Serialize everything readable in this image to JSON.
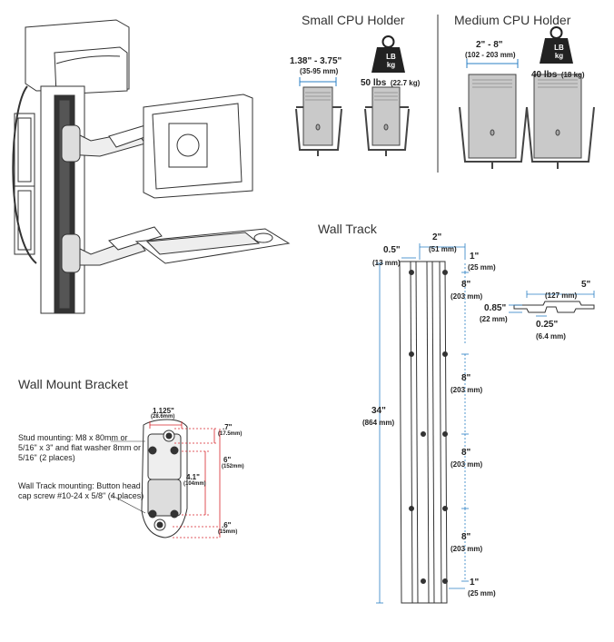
{
  "sections": {
    "small_cpu": {
      "title": "Small CPU Holder",
      "width_in": "1.38\" - 3.75\"",
      "width_mm": "(35-95 mm)",
      "weight_lb": "50 lbs",
      "weight_kg": "(22.7 kg)"
    },
    "medium_cpu": {
      "title": "Medium CPU Holder",
      "width_in": "2\" - 8\"",
      "width_mm": "(102 - 203 mm)",
      "weight_lb": "40 lbs",
      "weight_kg": "(18 kg)"
    },
    "weight_icon": {
      "top": "LB",
      "bottom": "kg"
    },
    "wall_track": {
      "title": "Wall Track",
      "offset_in": "0.5\"",
      "offset_mm": "(13 mm)",
      "width_in": "2\"",
      "width_mm": "(51 mm)",
      "top_in": "1\"",
      "top_mm": "(25 mm)",
      "spacing": [
        {
          "in": "8\"",
          "mm": "(203 mm)"
        },
        {
          "in": "8\"",
          "mm": "(203 mm)"
        },
        {
          "in": "8\"",
          "mm": "(203 mm)"
        },
        {
          "in": "8\"",
          "mm": "(203 mm)"
        }
      ],
      "bottom_in": "1\"",
      "bottom_mm": "(25 mm)",
      "height_in": "34\"",
      "height_mm": "(864 mm)",
      "profile": {
        "width_in": "5\"",
        "width_mm": "(127 mm)",
        "depth_in": "0.85\"",
        "depth_mm": "(22 mm)",
        "lip_in": "0.25\"",
        "lip_mm": "(6.4 mm)"
      }
    },
    "bracket": {
      "title": "Wall Mount Bracket",
      "width_in": "1.125\"",
      "width_mm": "(28.6mm)",
      "top_in": ".7\"",
      "top_mm": "(17.5mm)",
      "height_in": "6\"",
      "height_mm": "(152mm)",
      "span_in": "4.1\"",
      "span_mm": "(104mm)",
      "bottom_in": ".6\"",
      "bottom_mm": "(15mm)",
      "stud_note": "Stud mounting: M8 x 80mm or 5/16\" x 3\" and flat washer 8mm or 5/16\" (2 places)",
      "track_note": "Wall Track mounting: Button head cap screw #10-24 x 5/8\" (4 places)"
    }
  },
  "colors": {
    "dimension_blue": "#2a7fc4",
    "dimension_red": "#d8262c",
    "line": "#333333"
  }
}
